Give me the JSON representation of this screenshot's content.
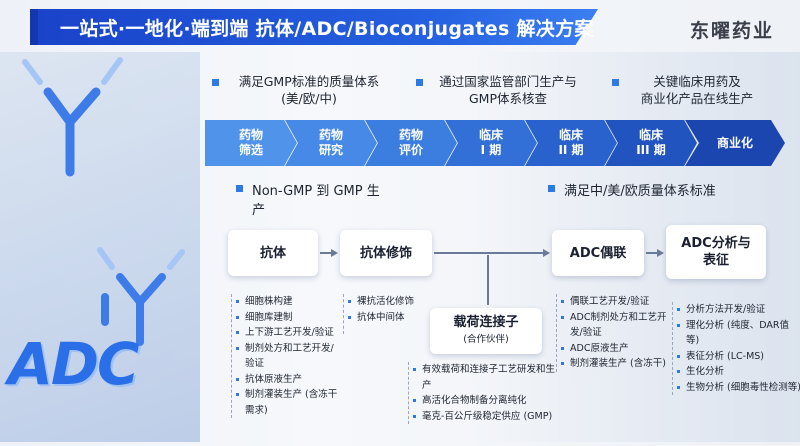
{
  "header": {
    "title": "一站式·一地化·端到端 抗体/ADC/Bioconjugates 解决方案",
    "brand": "东曜药业"
  },
  "top_bullets": [
    {
      "line1": "满足GMP标准的质量体系",
      "line2": "(美/欧/中)"
    },
    {
      "line1": "通过国家监管部门生产与",
      "line2": "GMP体系核查"
    },
    {
      "line1": "关键临床用药及",
      "line2": "商业化产品在线生产"
    }
  ],
  "stages": [
    {
      "line1": "药物",
      "line2": "筛选"
    },
    {
      "line1": "药物",
      "line2": "研究"
    },
    {
      "line1": "药物",
      "line2": "评价"
    },
    {
      "line1": "临床",
      "line2": "I 期"
    },
    {
      "line1": "临床",
      "line2": "II 期"
    },
    {
      "line1": "临床",
      "line2": "III 期"
    },
    {
      "line1": "商业化",
      "line2": ""
    }
  ],
  "sections": {
    "left_line1": "Non-GMP 到 GMP 生",
    "left_line2": "产",
    "right": "满足中/美/欧质量体系标准"
  },
  "boxes": {
    "antibody": "抗体",
    "antibody_mod": "抗体修饰",
    "payload_title": "载荷连接子",
    "payload_sub": "(合作伙伴)",
    "adc_conj": "ADC偶联",
    "adc_analysis_line1": "ADC分析与",
    "adc_analysis_line2": "表征"
  },
  "lists": {
    "antibody": [
      "细胞株构建",
      "细胞库建制",
      "上下游工艺开发/验证",
      "制剂处方和工艺开发/验证",
      "抗体原液生产",
      "制剂灌装生产 (含冻干需求)"
    ],
    "antibody_mod": [
      "裸抗活化修饰",
      "抗体中间体"
    ],
    "payload": [
      "有效载荷和连接子工艺研发和生产",
      "高活化合物制备分离纯化",
      "毫克-百公斤级稳定供应 (GMP)"
    ],
    "adc_conj": [
      "偶联工艺开发/验证",
      "ADC制剂处方和工艺开发/验证",
      "ADC原液生产",
      "制剂灌装生产 (含冻干)"
    ],
    "adc_analysis": [
      "分析方法开发/验证",
      "理化分析 (纯度、DAR值等)",
      "表征分析 (LC-MS)",
      "生化分析",
      "生物分析 (细胞毒性检测等)"
    ]
  },
  "logo_text": "ADC",
  "colors": {
    "primary": "#2460e0",
    "chevron_start": "#4a8fe8",
    "chevron_end": "#1a3fae"
  }
}
